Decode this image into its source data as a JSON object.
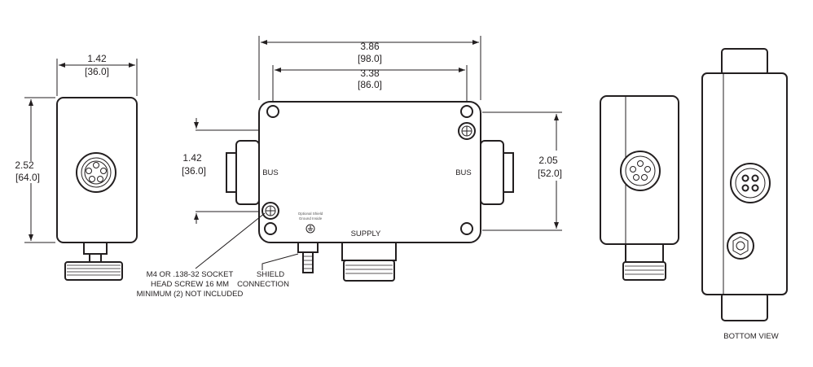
{
  "left_view": {
    "width_dim": {
      "in": "1.42",
      "mm": "[36.0]"
    },
    "height_dim": {
      "in": "2.52",
      "mm": "[64.0]"
    }
  },
  "front_view": {
    "overall_width_dim": {
      "in": "3.86",
      "mm": "[98.0]"
    },
    "hole_spacing_dim": {
      "in": "3.38",
      "mm": "[86.0]"
    },
    "hole_vertical_dim": {
      "in": "1.42",
      "mm": "[36.0]"
    },
    "height_dim": {
      "in": "2.05",
      "mm": "[52.0]"
    },
    "bus_left_label": "BUS",
    "bus_right_label": "BUS",
    "supply_label": "SUPPLY",
    "ground_note": [
      "Optional Shield",
      "Ground Inside"
    ],
    "screw_note": [
      "M4 OR .138-32 SOCKET",
      "HEAD SCREW 16 MM",
      "MINIMUM (2) NOT INCLUDED"
    ],
    "shield_note": [
      "SHIELD",
      "CONNECTION"
    ]
  },
  "bottom_view": {
    "label": "BOTTOM VIEW"
  }
}
